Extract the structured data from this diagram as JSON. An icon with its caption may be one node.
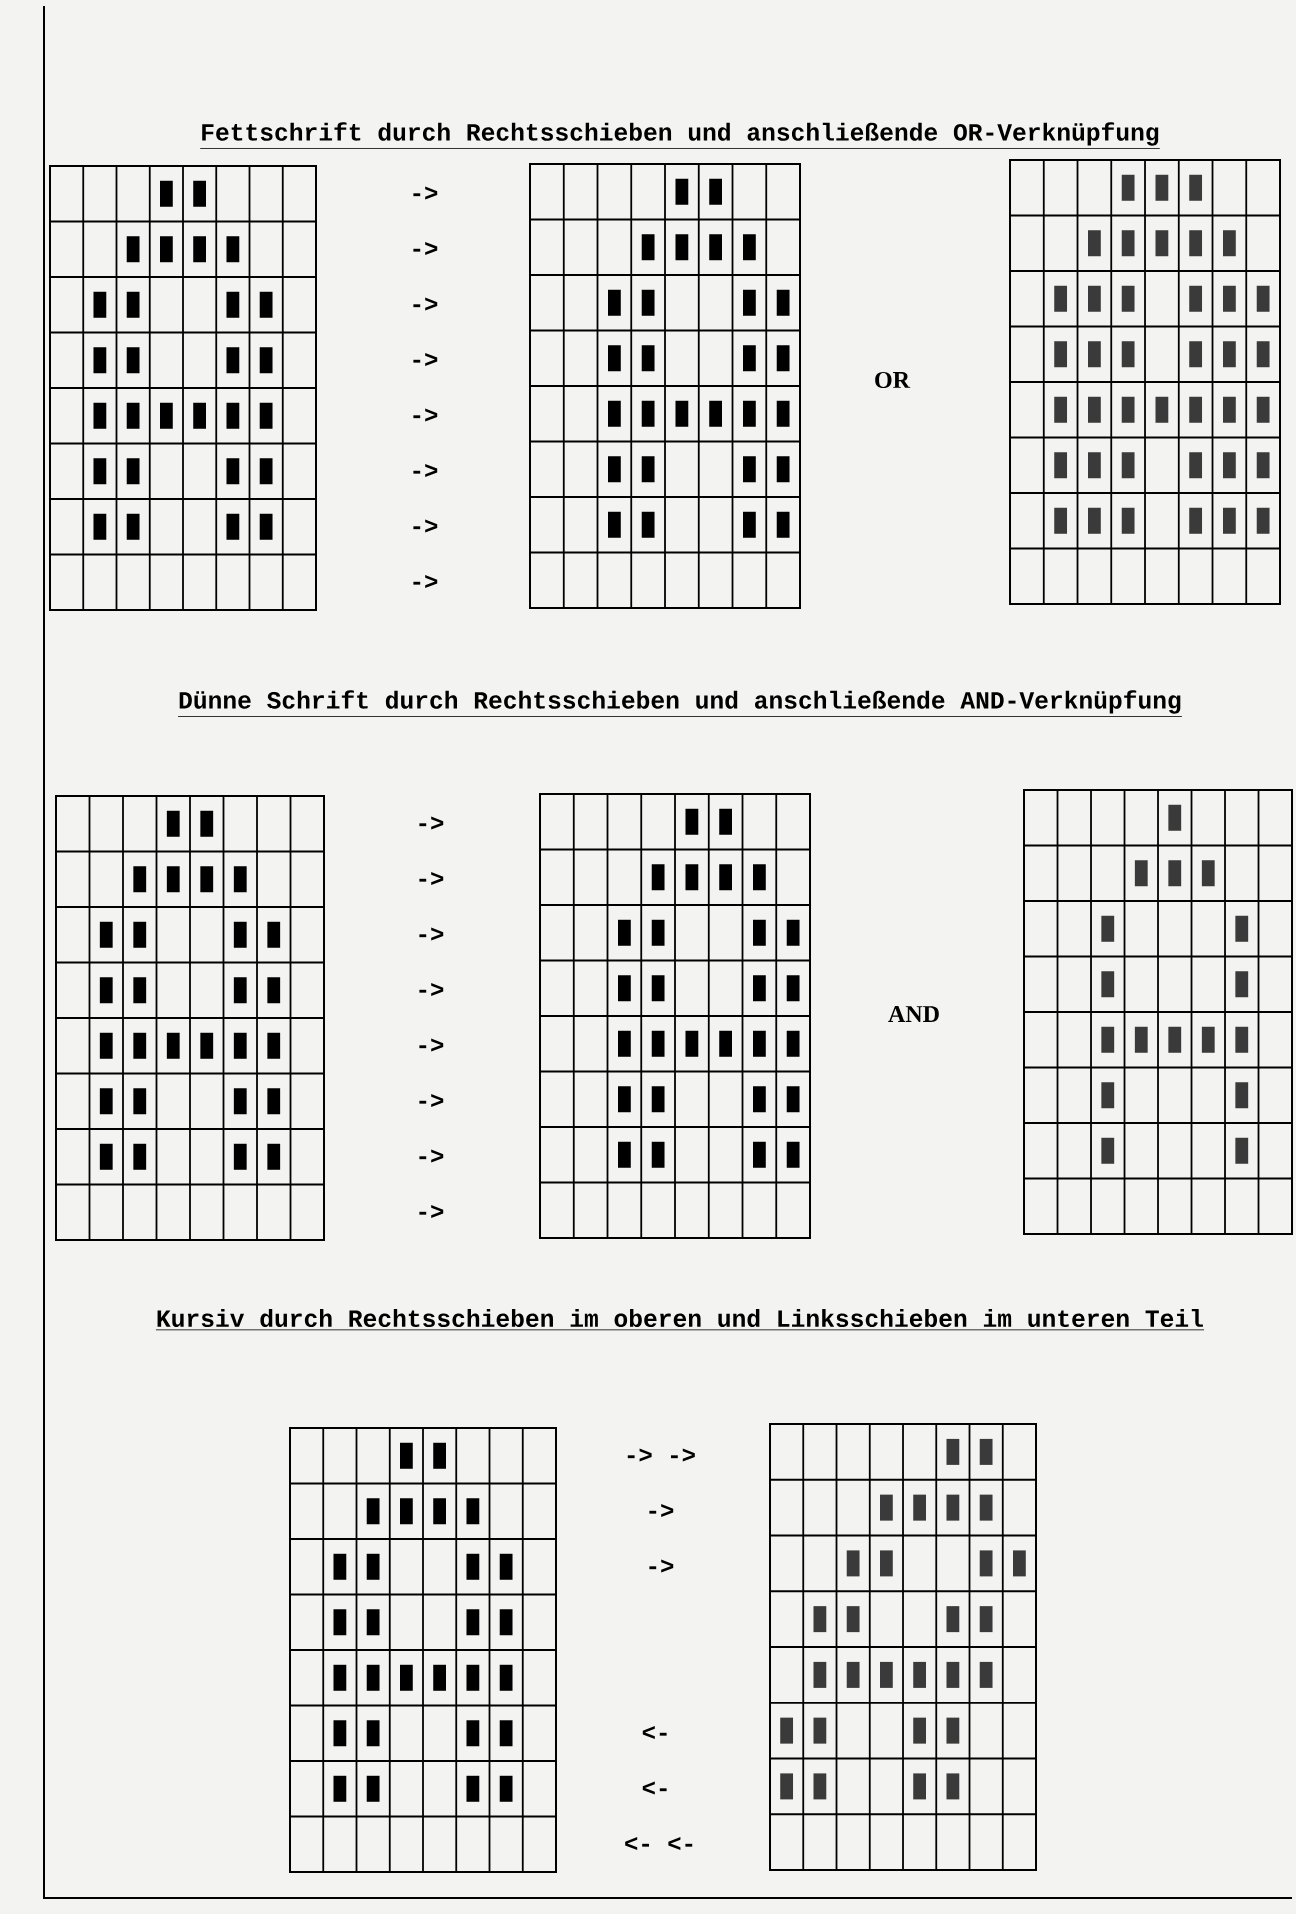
{
  "diagram": {
    "labels": [
      "Fettschrift durch Rechtsschieben und anschließende OR-Verknüpfung",
      "->",
      "->",
      "->",
      "->",
      "->",
      "->",
      "->",
      "->",
      "OR",
      "Dünne Schrift durch Rechtsschieben und anschließende AND-Verknüpfung",
      "->",
      "->",
      "->",
      "->",
      "->",
      "->",
      "->",
      "->",
      "AND",
      "Kursiv durch Rechtsschieben im oberen und Linksschieben im unteren Teil",
      "-> ->",
      "->",
      "->",
      "<-",
      "<-",
      "<- <-"
    ]
  }
}
